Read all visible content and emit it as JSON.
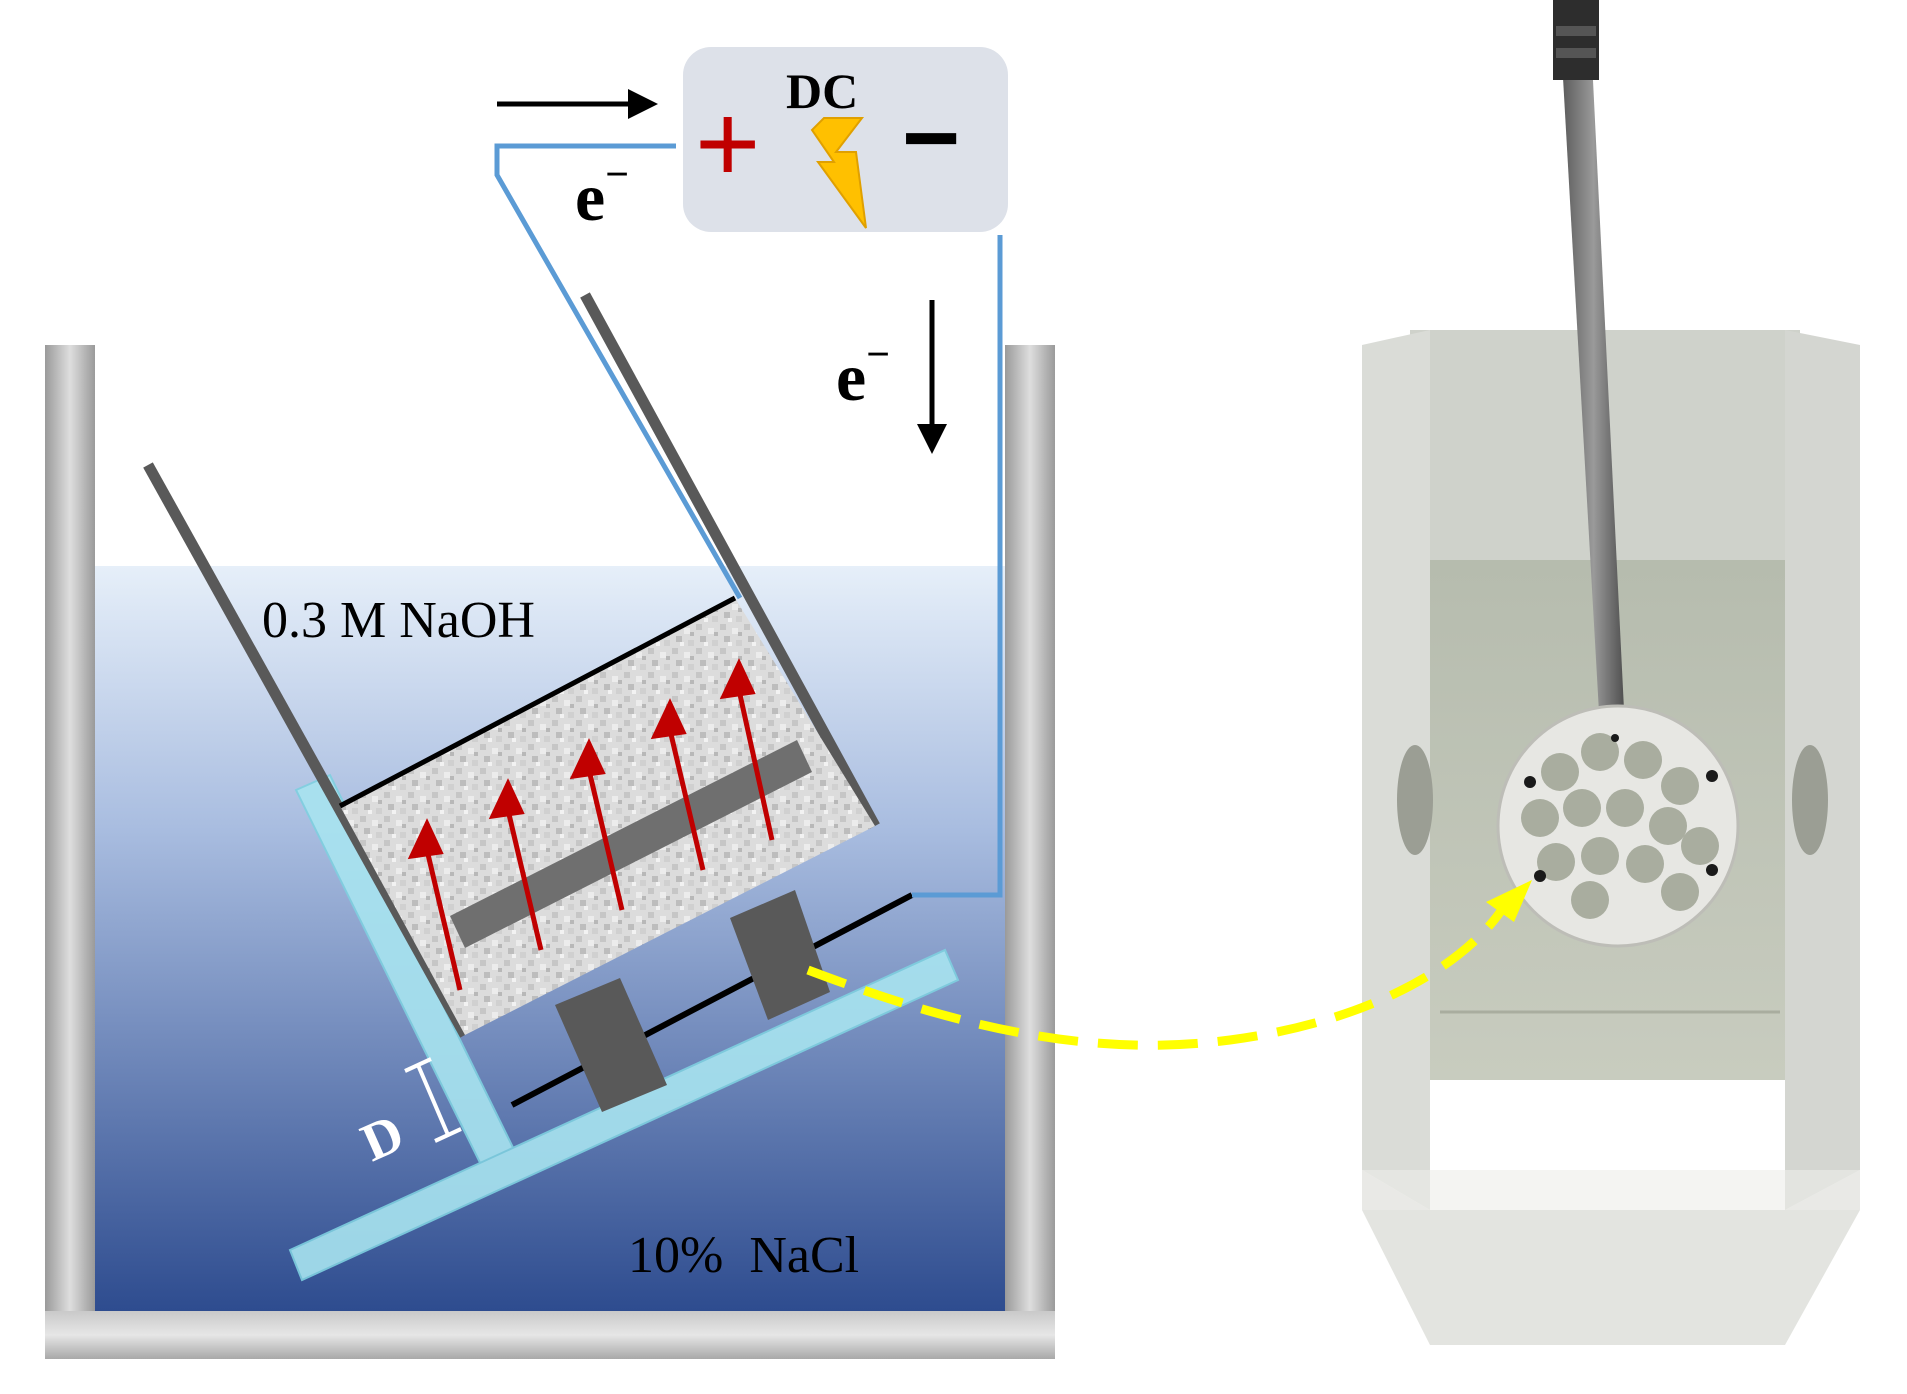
{
  "power_supply": {
    "source_label": "DC",
    "positive_symbol": "+",
    "negative_symbol": "−"
  },
  "electron_labels": {
    "top": "e",
    "right": "e",
    "charge_superscript": "−"
  },
  "solutions": {
    "upper": "0.3 M NaOH",
    "lower": "10%  NaCl"
  },
  "gap_label": "D",
  "colors": {
    "wire": "#5b9bd5",
    "positive": "#c00000",
    "lightning": "#ffc000",
    "field_arrows": "#c00000",
    "dashed_pointer": "#ffff00",
    "liquid_top": "#e2ecf8",
    "liquid_bottom": "#2e4f92",
    "glass": "#a8e4f0"
  },
  "icons": {
    "power": "lightning-bolt-icon",
    "pointer": "dashed-curved-arrow-icon"
  }
}
